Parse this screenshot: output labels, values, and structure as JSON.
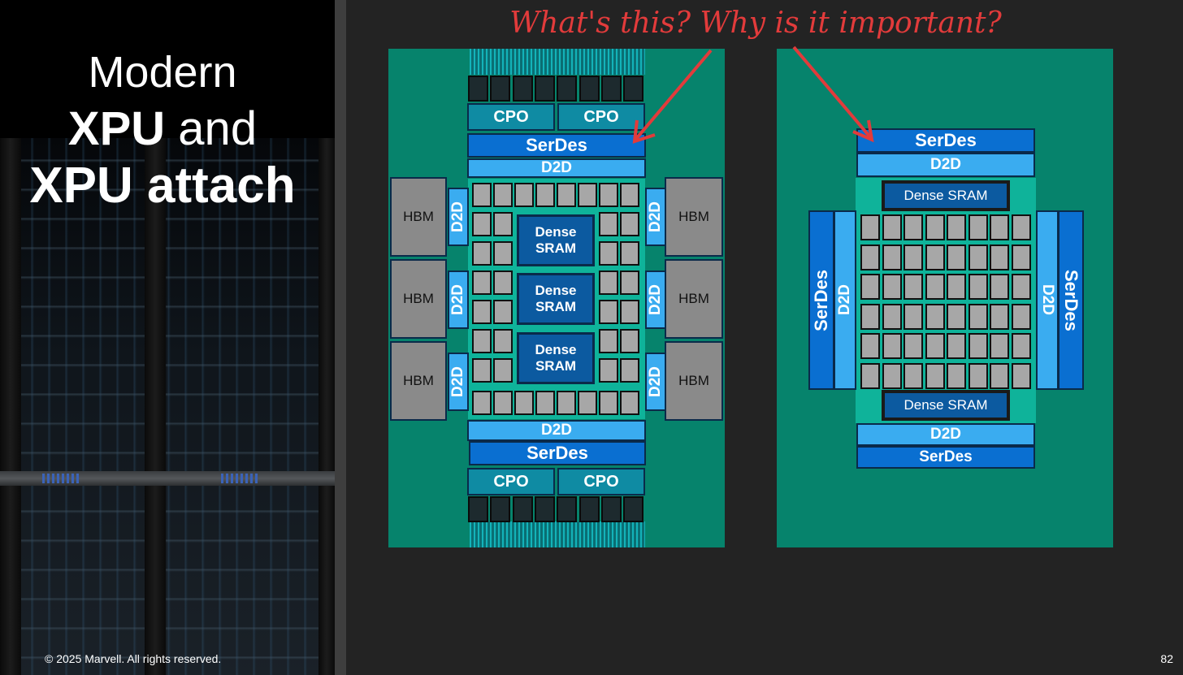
{
  "slide": {
    "title_line1": "Modern",
    "title_line2_bold": "XPU",
    "title_line2_rest": " and",
    "title_line3": "XPU attach",
    "copyright": "© 2025 Marvell. All rights reserved.",
    "page_number": "82",
    "annotation": "What's this? Why is it important?"
  },
  "left_chip": {
    "cpo_labels": [
      "CPO",
      "CPO",
      "CPO",
      "CPO"
    ],
    "serdes_top": "SerDes",
    "serdes_bottom": "SerDes",
    "d2d_top": "D2D",
    "d2d_bottom": "D2D",
    "d2d_side": [
      "D2D",
      "D2D",
      "D2D",
      "D2D",
      "D2D",
      "D2D"
    ],
    "hbm": [
      "HBM",
      "HBM",
      "HBM",
      "HBM",
      "HBM",
      "HBM"
    ],
    "sram": [
      "Dense SRAM",
      "Dense SRAM",
      "Dense SRAM"
    ]
  },
  "right_chip": {
    "serdes_top": "SerDes",
    "d2d_top": "D2D",
    "sram_top": "Dense SRAM",
    "sram_bottom": "Dense SRAM",
    "d2d_bottom": "D2D",
    "serdes_bottom": "SerDes",
    "serdes_left": "SerDes",
    "d2d_left": "D2D",
    "d2d_right": "D2D",
    "serdes_right": "SerDes"
  },
  "colors": {
    "annotation": "#e23b3b",
    "package": "#06836c",
    "serdes": "#0a6fd1",
    "d2d": "#3aacf0",
    "cpo": "#0f8ba3",
    "hbm": "#8a8a8a",
    "sram": "#0c5aa0",
    "compute": "#0fb39a"
  }
}
